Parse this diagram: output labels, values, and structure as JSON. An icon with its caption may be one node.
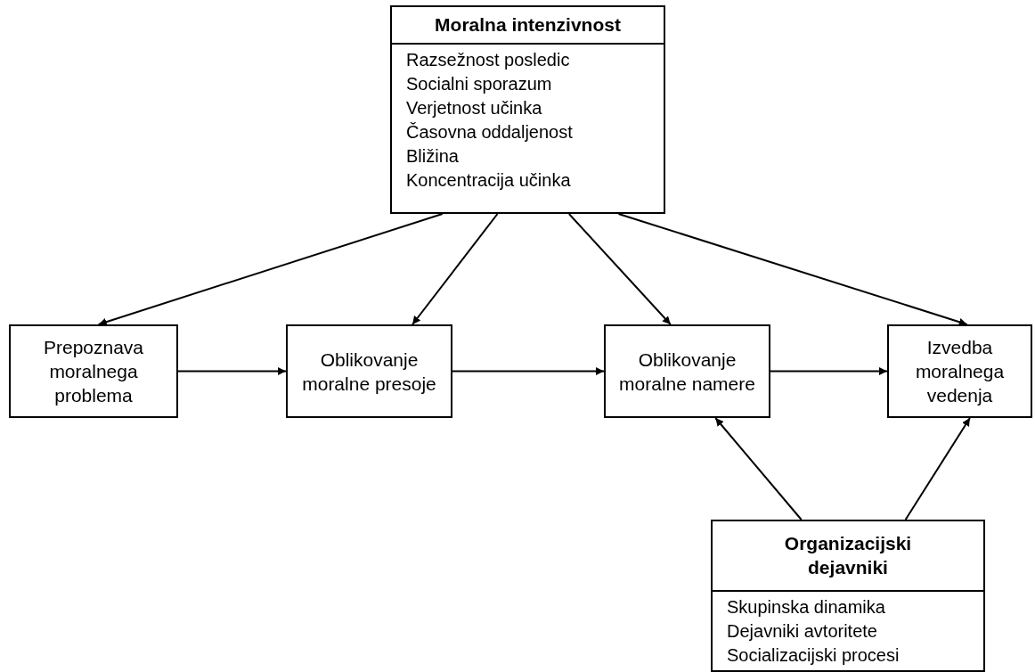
{
  "diagram": {
    "nodes": [
      {
        "text": [
          "Moralna intenzivnost",
          "Razsežnost posledic",
          "Socialni sporazum",
          "Verjetnost učinka",
          "Časovna oddaljenost",
          "Bližina",
          "Koncentracija učinka"
        ]
      },
      {
        "text": [
          "Prepoznava moralnega problema"
        ]
      },
      {
        "text": [
          "Oblikovanje moralne presoje"
        ]
      },
      {
        "text": [
          "Oblikovanje moralne namere"
        ]
      },
      {
        "text": [
          "Izvedba moralnega vedenja"
        ]
      },
      {
        "text": [
          "Organizacijski dejavniki",
          "Skupinska dinamika",
          "Dejavniki avtoritete",
          "Socializacijski procesi"
        ]
      }
    ],
    "edges": [
      {
        "from": 0,
        "to": 1,
        "arrow": "to"
      },
      {
        "from": 0,
        "to": 2,
        "arrow": "to"
      },
      {
        "from": 0,
        "to": 3,
        "arrow": "to"
      },
      {
        "from": 0,
        "to": 4,
        "arrow": "to"
      },
      {
        "from": 1,
        "to": 2,
        "arrow": "to"
      },
      {
        "from": 2,
        "to": 3,
        "arrow": "to"
      },
      {
        "from": 3,
        "to": 4,
        "arrow": "to"
      },
      {
        "from": 5,
        "to": 3,
        "arrow": "to"
      },
      {
        "from": 5,
        "to": 4,
        "arrow": "to"
      }
    ]
  }
}
